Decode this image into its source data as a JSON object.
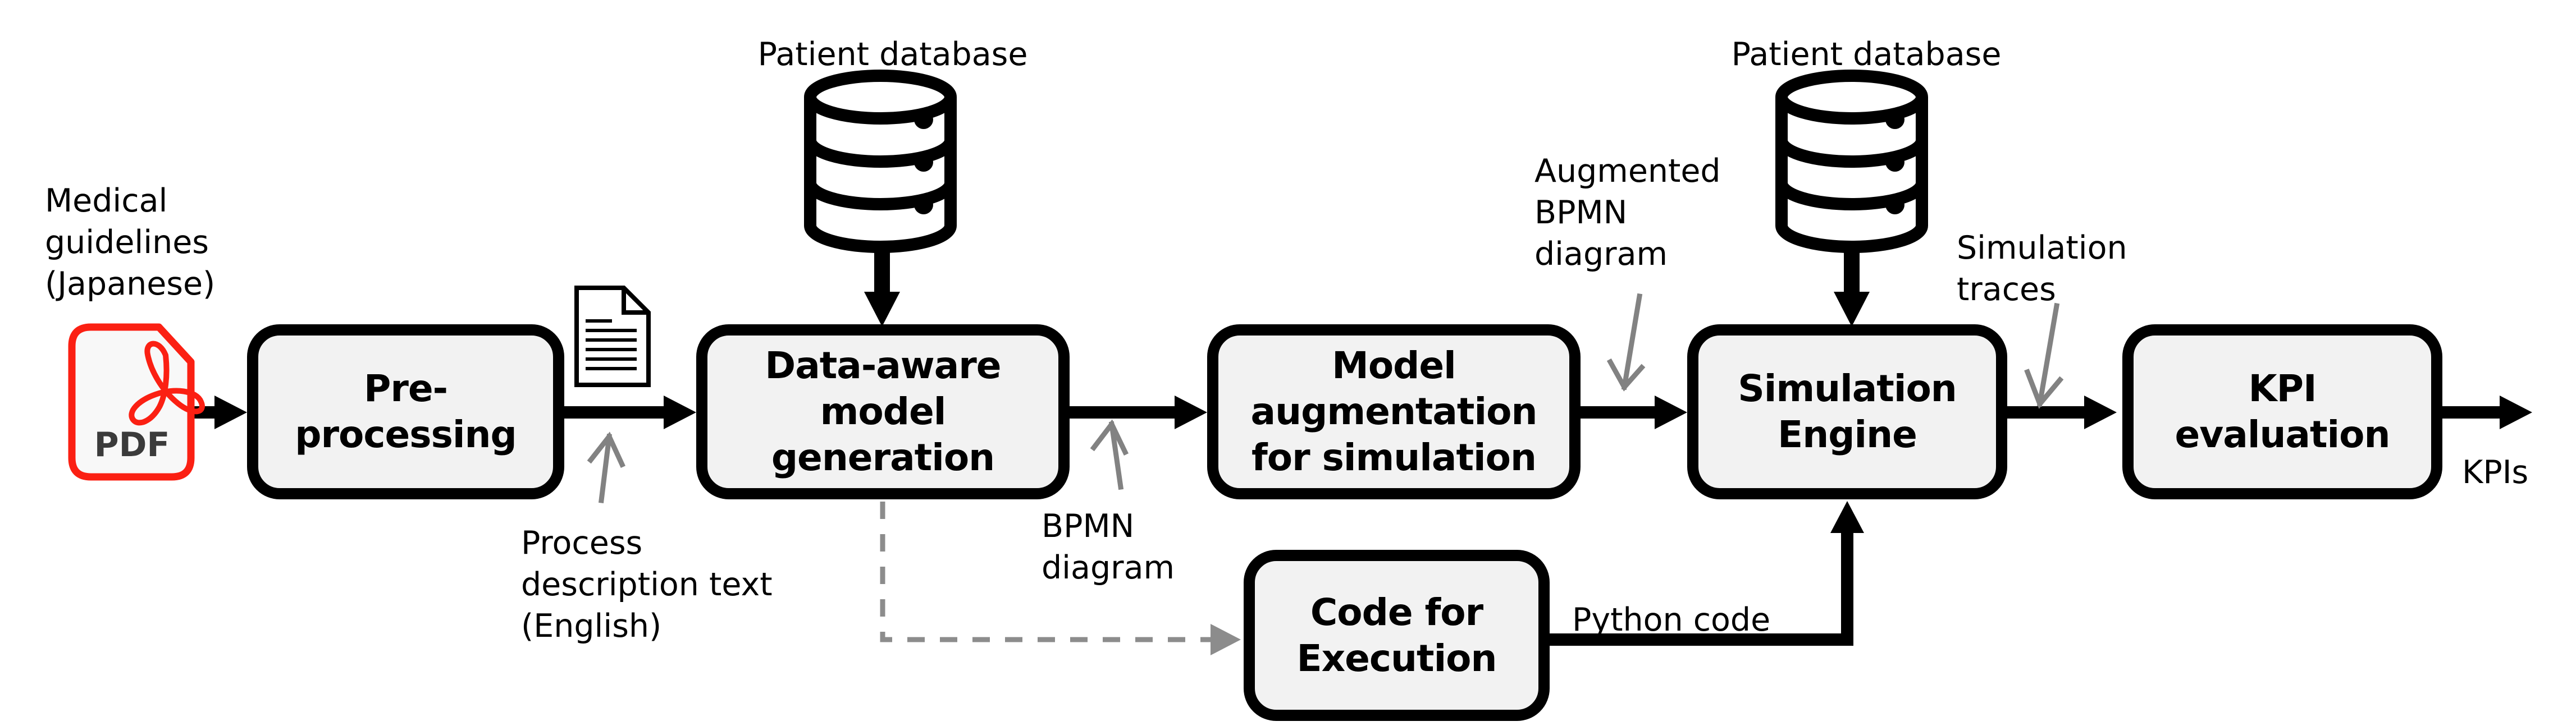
{
  "diagram": {
    "nodes": [
      {
        "id": "pre-processing",
        "label": "Pre-\nprocessing"
      },
      {
        "id": "data-aware-model-generation",
        "label": "Data-aware\nmodel\ngeneration"
      },
      {
        "id": "model-augmentation",
        "label": "Model\naugmentation\nfor simulation"
      },
      {
        "id": "simulation-engine",
        "label": "Simulation\nEngine"
      },
      {
        "id": "kpi-evaluation",
        "label": "KPI\nevaluation"
      },
      {
        "id": "code-for-execution",
        "label": "Code for\nExecution"
      }
    ],
    "labels": {
      "medical_guidelines": "Medical\nguidelines\n(Japanese)",
      "pdf_badge": "PDF",
      "patient_database_top": "Patient database",
      "patient_database_right": "Patient database",
      "process_description": "Process\ndescription text\n(English)",
      "bpmn_diagram": "BPMN\ndiagram",
      "augmented_bpmn": "Augmented\nBPMN\ndiagram",
      "simulation_traces": "Simulation\ntraces",
      "python_code": "Python code",
      "kpis": "KPIs"
    },
    "icons": {
      "pdf": "pdf-file-icon",
      "document": "text-document-icon",
      "database": "database-cylinder-icon"
    },
    "colors": {
      "box_fill": "#f2f2f2",
      "box_border": "#000000",
      "arrow_black": "#000000",
      "annotation_gray": "#828282",
      "dashed_gray": "#8c8c8c",
      "pdf_red": "#fb2013",
      "pdf_text": "#3b3b3b",
      "background": "#ffffff"
    }
  }
}
